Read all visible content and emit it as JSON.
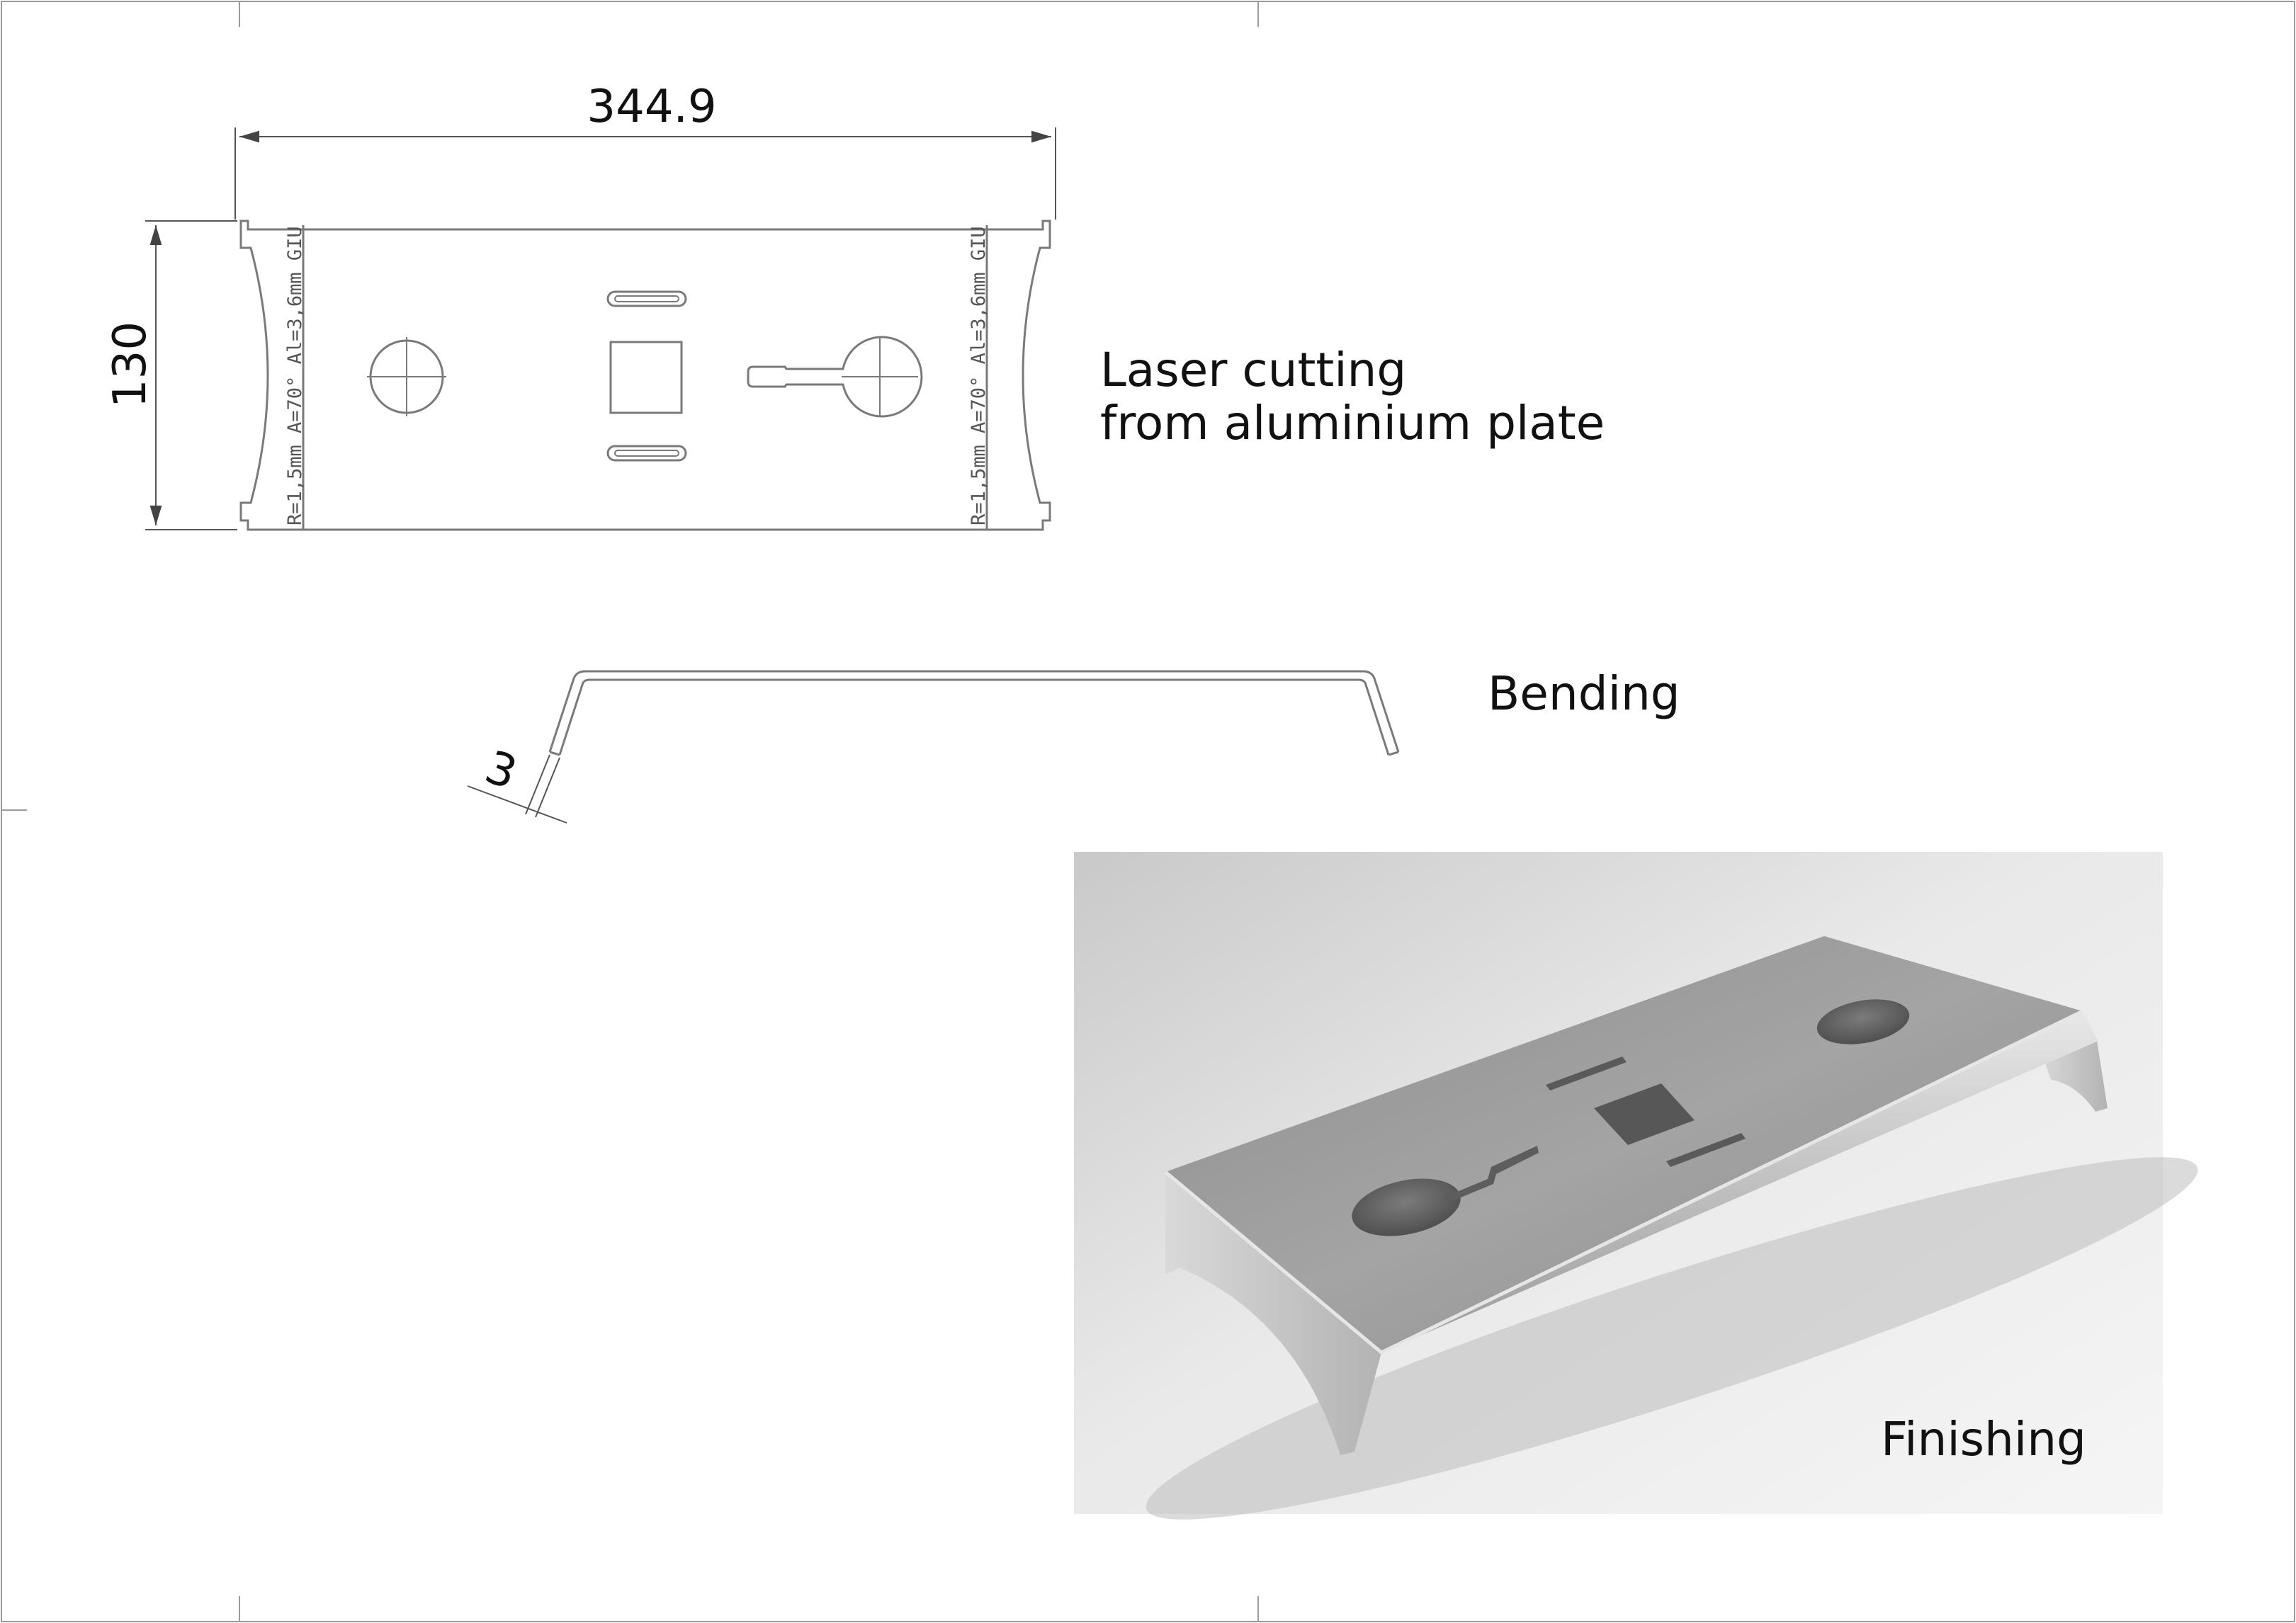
{
  "dimensions": {
    "width_label": "344.9",
    "height_label": "130",
    "thickness_label": "3"
  },
  "bend_note": {
    "left": "R=1,5mm  A=70°  Al=3,6mm GIU",
    "right": "R=1,5mm  A=70°  Al=3,6mm GIU"
  },
  "steps": {
    "laser_line1": "Laser cutting",
    "laser_line2": "from aluminium plate",
    "bending": "Bending",
    "finishing": "Finishing"
  },
  "colors": {
    "line": "#7a7a7a",
    "dim_line": "#555555",
    "text": "#111111",
    "render_bg_light": "#f4f4f4",
    "render_bg_dark": "#cfcfcf"
  }
}
